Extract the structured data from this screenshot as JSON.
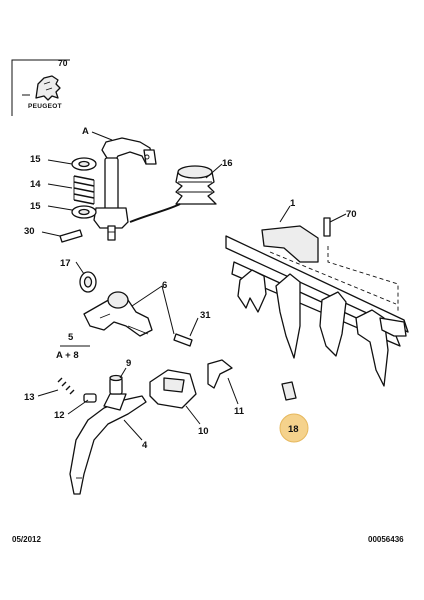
{
  "page": {
    "number": "70",
    "date": "05/2012",
    "reference": "00056436"
  },
  "brand": {
    "name": "PEUGEOT"
  },
  "highlight_color": "#f5d28c",
  "callouts": {
    "A": "A",
    "c1": "1",
    "c4": "4",
    "c5": "5",
    "c5_sub": "A + 8",
    "c6": "6",
    "c9": "9",
    "c10": "10",
    "c11": "11",
    "c12": "12",
    "c13": "13",
    "c14": "14",
    "c15a": "15",
    "c15b": "15",
    "c16": "16",
    "c17": "17",
    "c18": "18",
    "c30": "30",
    "c31": "31",
    "c70": "70"
  }
}
